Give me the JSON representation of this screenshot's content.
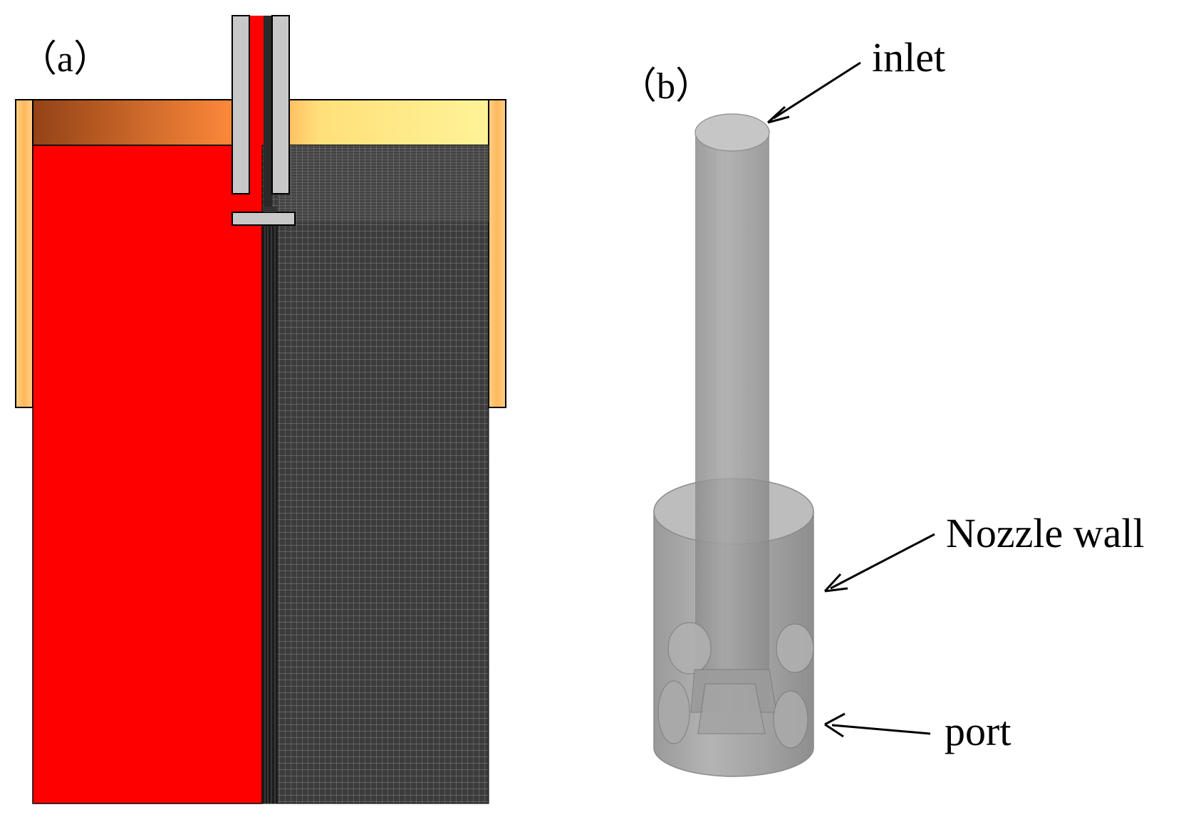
{
  "panel_a": {
    "label": "（a）"
  },
  "panel_b": {
    "label": "（b）",
    "callouts": {
      "inlet": "inlet",
      "nozzle_wall": "Nozzle wall",
      "port": "port"
    }
  },
  "colors": {
    "background": "#ffffff",
    "solid_red": "#ff0000",
    "mesh_dark": "#3a3a3a",
    "nozzle_gray": "#c8c8c8",
    "copper_dark": "#8a3c14",
    "copper_mid": "#ff8a3a",
    "copper_light": "#fff59a",
    "mold_wall": "#ffc06a",
    "nozzle_3d": "#a8a8a8",
    "outline": "#000000"
  }
}
